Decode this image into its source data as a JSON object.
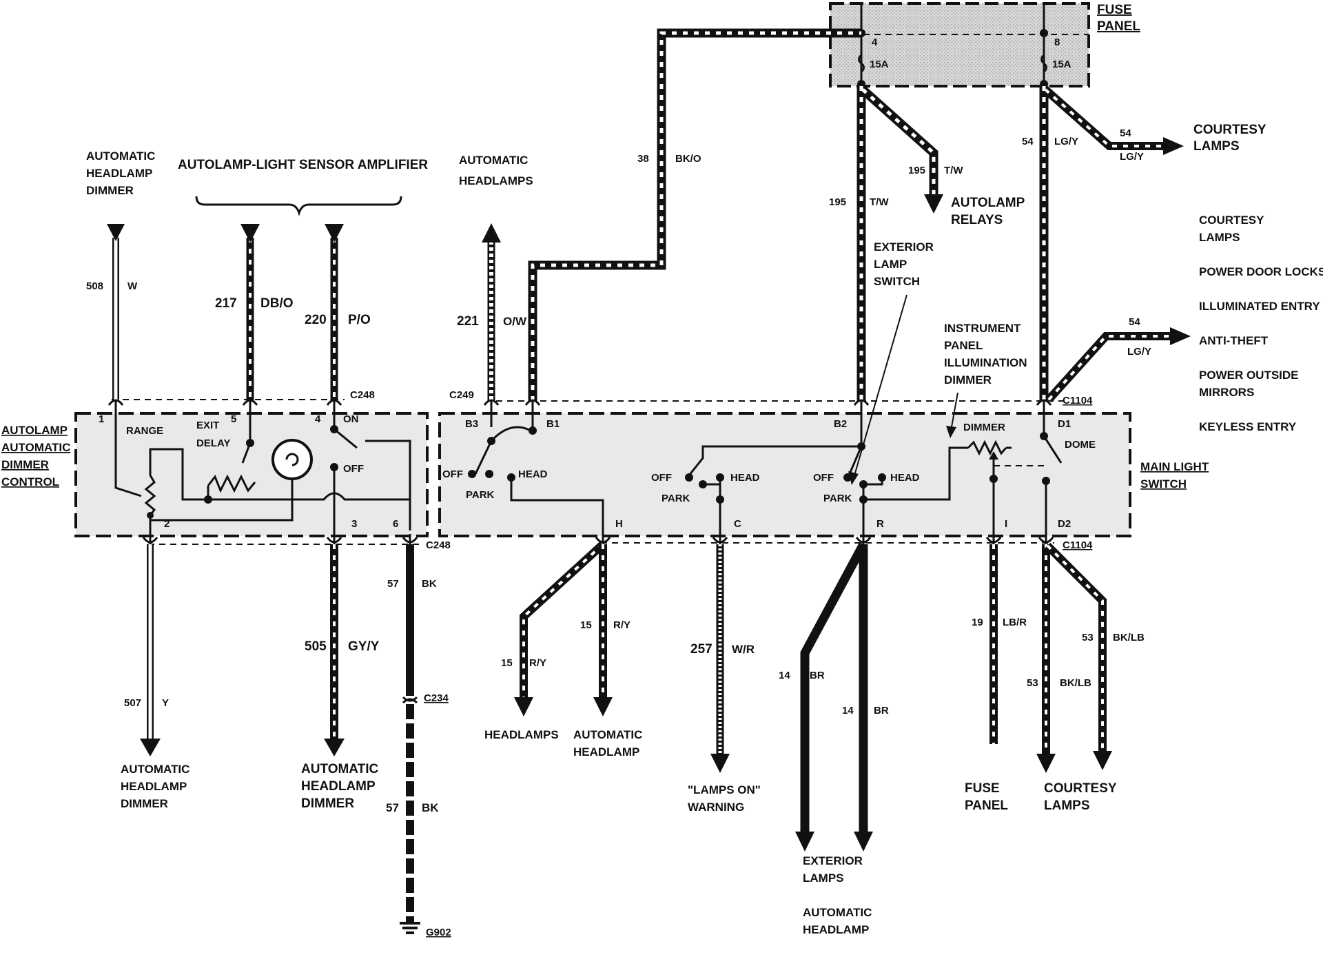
{
  "fuse_panel": {
    "title_1": "FUSE",
    "title_2": "PANEL",
    "fuse_a_num": "4",
    "fuse_a_amp": "15A",
    "fuse_b_num": "8",
    "fuse_b_amp": "15A"
  },
  "top_labels": {
    "auto_dimmer_1": "AUTOMATIC",
    "auto_dimmer_2": "HEADLAMP",
    "auto_dimmer_3": "DIMMER",
    "amplifier": "AUTOLAMP-LIGHT SENSOR AMPLIFIER",
    "auto_headlamps_1": "AUTOMATIC",
    "auto_headlamps_2": "HEADLAMPS",
    "autolamp_relays_1": "AUTOLAMP",
    "autolamp_relays_2": "RELAYS",
    "exterior_switch_1": "EXTERIOR",
    "exterior_switch_2": "LAMP",
    "exterior_switch_3": "SWITCH",
    "ip_dimmer_1": "INSTRUMENT",
    "ip_dimmer_2": "PANEL",
    "ip_dimmer_3": "ILLUMINATION",
    "ip_dimmer_4": "DIMMER",
    "courtesy_top_1": "COURTESY",
    "courtesy_top_2": "LAMPS"
  },
  "right_list": [
    "COURTESY",
    "LAMPS",
    "POWER DOOR LOCKS",
    "ILLUMINATED ENTRY",
    "ANTI-THEFT",
    "POWER OUTSIDE",
    "MIRRORS",
    "KEYLESS ENTRY"
  ],
  "wires": {
    "w508": "508",
    "w508_color": "W",
    "w217": "217",
    "w217_color": "DB/O",
    "w220": "220",
    "w220_color": "P/O",
    "w221": "221",
    "w221_color": "O/W",
    "w38": "38",
    "w38_color": "BK/O",
    "w195a": "195",
    "w195a_color": "T/W",
    "w195b": "195",
    "w195b_color": "T/W",
    "w54a": "54",
    "w54a_color": "LG/Y",
    "w54b": "54",
    "w54b_color": "LG/Y",
    "w54c": "54",
    "w54c_color": "LG/Y",
    "w507": "507",
    "w507_color": "Y",
    "w505": "505",
    "w505_color": "GY/Y",
    "w57a": "57",
    "w57a_color": "BK",
    "w57b": "57",
    "w57b_color": "BK",
    "w15a": "15",
    "w15a_color": "R/Y",
    "w15b": "15",
    "w15b_color": "R/Y",
    "w257": "257",
    "w257_color": "W/R",
    "w14a": "14",
    "w14a_color": "BR",
    "w14b": "14",
    "w14b_color": "BR",
    "w19": "19",
    "w19_color": "LB/R",
    "w53a": "53",
    "w53a_color": "BK/LB",
    "w53b": "53",
    "w53b_color": "BK/LB"
  },
  "connectors": {
    "c248_top": "C248",
    "c248_bot": "C248",
    "c249": "C249",
    "c1104_top": "C1104",
    "c1104_bot": "C1104",
    "c234": "C234",
    "g902": "G902"
  },
  "left_module": {
    "name_1": "AUTOLAMP",
    "name_2": "AUTOMATIC",
    "name_3": "DIMMER",
    "name_4": "CONTROL",
    "pin1": "1",
    "pin2": "2",
    "pin3": "3",
    "pin4": "4",
    "pin5": "5",
    "pin6": "6",
    "range": "RANGE",
    "exit_1": "EXIT",
    "exit_2": "DELAY",
    "on": "ON",
    "off": "OFF"
  },
  "main_switch": {
    "name_1": "MAIN LIGHT",
    "name_2": "SWITCH",
    "pin_b3": "B3",
    "pin_b1": "B1",
    "pin_b2": "B2",
    "pin_d1": "D1",
    "pin_d2": "D2",
    "pin_h": "H",
    "pin_c": "C",
    "pin_r": "R",
    "pin_i": "I",
    "off1": "OFF",
    "park1": "PARK",
    "head1": "HEAD",
    "off2": "OFF",
    "park2": "PARK",
    "head2": "HEAD",
    "off3": "OFF",
    "park3": "PARK",
    "head3": "HEAD",
    "dimmer": "DIMMER",
    "dome": "DOME"
  },
  "bottom_labels": {
    "auto_dimmer_a_1": "AUTOMATIC",
    "auto_dimmer_a_2": "HEADLAMP",
    "auto_dimmer_a_3": "DIMMER",
    "auto_dimmer_b_1": "AUTOMATIC",
    "auto_dimmer_b_2": "HEADLAMP",
    "auto_dimmer_b_3": "DIMMER",
    "headlamps": "HEADLAMPS",
    "auto_headlamp_1": "AUTOMATIC",
    "auto_headlamp_2": "HEADLAMP",
    "lamps_on_1": "\"LAMPS ON\"",
    "lamps_on_2": "WARNING",
    "exterior_1": "EXTERIOR",
    "exterior_2": "LAMPS",
    "auto_headlamp_b_1": "AUTOMATIC",
    "auto_headlamp_b_2": "HEADLAMP",
    "fuse_1": "FUSE",
    "fuse_2": "PANEL",
    "courtesy_1": "COURTESY",
    "courtesy_2": "LAMPS"
  }
}
